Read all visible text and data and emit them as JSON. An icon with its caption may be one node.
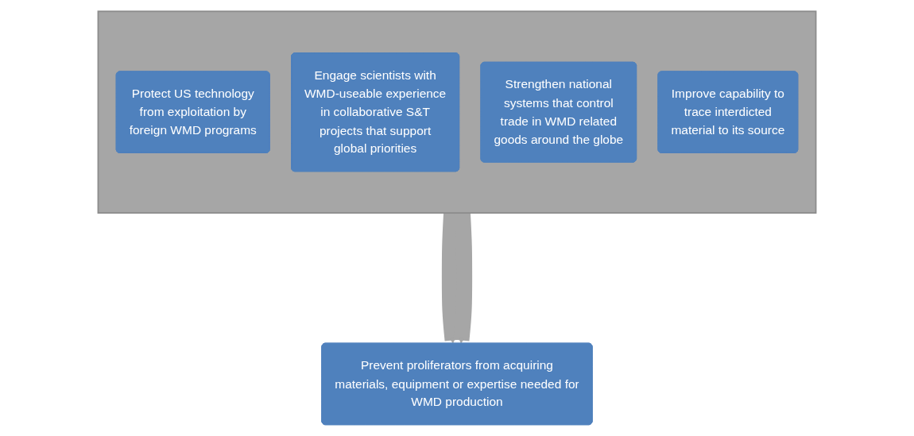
{
  "diagram": {
    "nodes": [
      {
        "text": [],
        "shape": "box"
      },
      {
        "text": [
          "Protect US technology from exploitation by foreign WMD programs"
        ],
        "in": 0
      },
      {
        "text": [
          "Engage scientists with WMD-useable experience in collaborative S&T projects that support global priorities"
        ],
        "in": 0
      },
      {
        "text": [
          "Strengthen national systems that control trade in WMD related goods around the globe"
        ],
        "in": 0
      },
      {
        "text": [
          "Improve capability to trace interdicted material to its source"
        ],
        "in": 0
      },
      {
        "text": [
          "Prevent proliferators from acquiring materials, equipment or expertise needed for WMD production"
        ]
      }
    ],
    "edges": [
      {
        "from": 0,
        "to": 5,
        "arrow": "to"
      },
      {
        "from": 0,
        "to": 5,
        "arrow": "to"
      }
    ]
  }
}
